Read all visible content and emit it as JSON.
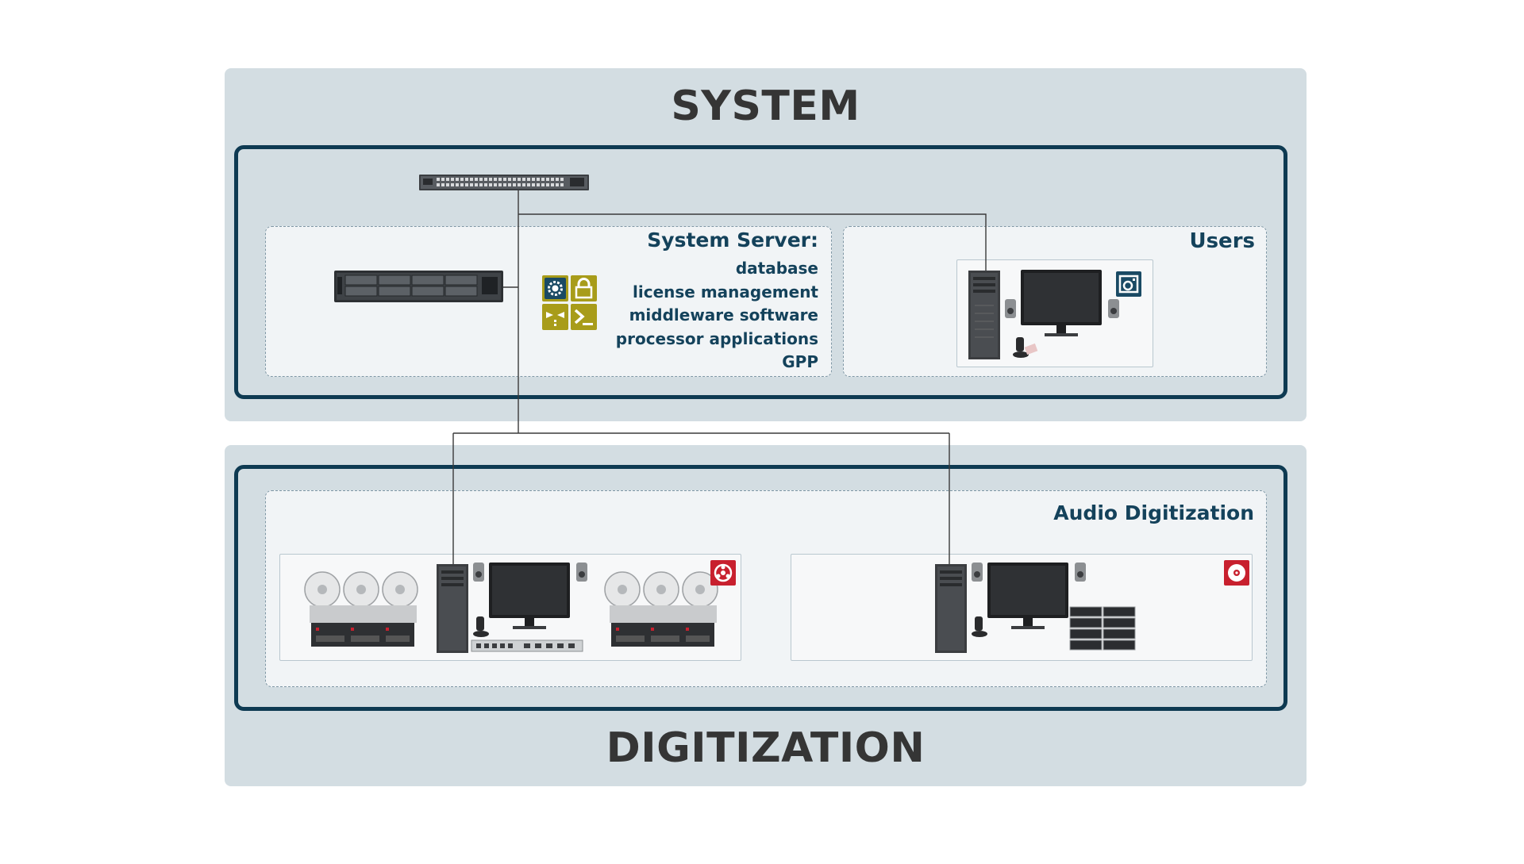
{
  "system": {
    "title": "SYSTEM",
    "server": {
      "heading": "System Server:",
      "items": [
        "database",
        "license management",
        "middleware software",
        "processor applications",
        "GPP"
      ]
    },
    "users": {
      "title": "Users"
    }
  },
  "digitization": {
    "title": "DIGITIZATION",
    "audio": {
      "title": "Audio Digitization"
    }
  },
  "icons": {
    "server_tools": [
      "gear-icon",
      "lock-icon",
      "workflow-icon",
      "terminal-icon"
    ],
    "user_badge": "audio-player-icon",
    "reel_badge": "reel-icon",
    "disc_badge": "disc-icon"
  },
  "colors": {
    "band": "#d3dde2",
    "frame": "#0e3a52",
    "label": "#14425b",
    "server_tool_icon": "#a89c1a",
    "user_icon": "#1a4a64",
    "digitization_icon": "#c8202e"
  }
}
